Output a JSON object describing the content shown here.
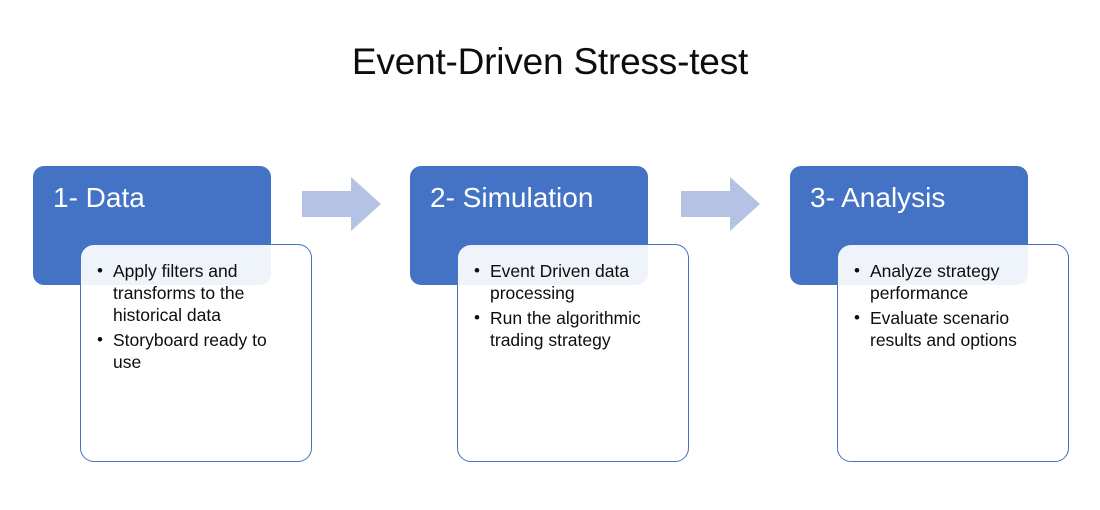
{
  "slide": {
    "title": "Event-Driven Stress-test",
    "background_color": "#FFFFFF",
    "accent_color": "#4472C4",
    "arrow_color": "#B4C3E3",
    "text_color": "#0D0D0D",
    "header_text_color": "#FFFFFF"
  },
  "steps": [
    {
      "id": "data",
      "header": "1- Data",
      "bullets": [
        "Apply filters and transforms to the historical data",
        "Storyboard ready to use"
      ]
    },
    {
      "id": "simulation",
      "header": "2- Simulation",
      "bullets": [
        "Event Driven data processing",
        "Run the algorithmic trading strategy"
      ]
    },
    {
      "id": "analysis",
      "header": "3- Analysis",
      "bullets": [
        "Analyze strategy performance",
        "Evaluate scenario results and options"
      ]
    }
  ],
  "arrows": [
    {
      "id": "arrow-data-to-simulation",
      "icon": "right-arrow-icon"
    },
    {
      "id": "arrow-simulation-to-analysis",
      "icon": "right-arrow-icon"
    }
  ]
}
